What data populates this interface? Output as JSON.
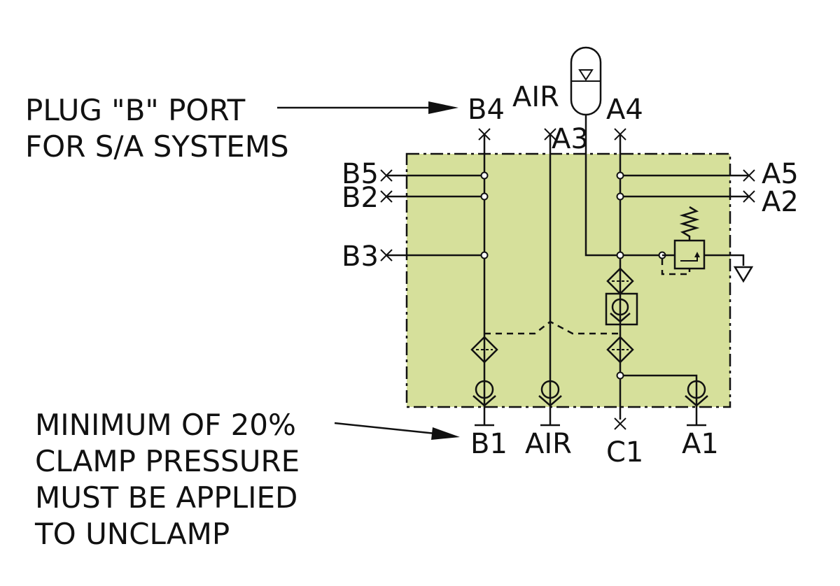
{
  "notes": {
    "plug_b_line1": "PLUG \"B\" PORT",
    "plug_b_line2": "FOR S/A SYSTEMS",
    "min_line1": "MINIMUM OF 20%",
    "min_line2": "CLAMP PRESSURE",
    "min_line3": "MUST BE APPLIED",
    "min_line4": "TO UNCLAMP"
  },
  "ports": {
    "b4": "B4",
    "air_top": "AIR",
    "a3": "A3",
    "a4": "A4",
    "b5": "B5",
    "b2": "B2",
    "b3": "B3",
    "a5": "A5",
    "a2": "A2",
    "b1": "B1",
    "air_bottom": "AIR",
    "c1": "C1",
    "a1": "A1"
  },
  "colors": {
    "block_fill": "#d6e09b",
    "line": "#111111"
  }
}
